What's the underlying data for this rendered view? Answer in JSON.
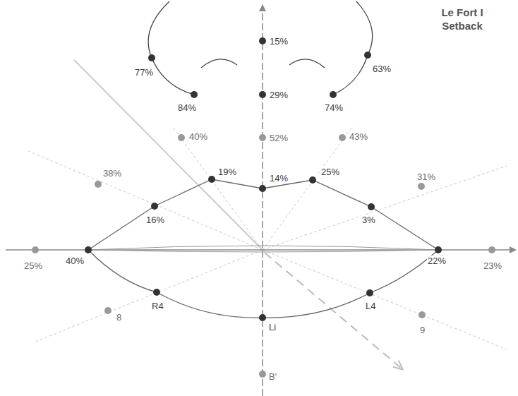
{
  "diagram": {
    "title": "Le Fort I Setback",
    "labels": [
      "15%",
      "29%",
      "52%",
      "14%",
      "77%",
      "84%",
      "74%",
      "63%",
      "40%",
      "43%",
      "38%",
      "19%",
      "25%",
      "31%",
      "16%",
      "3%",
      "40%",
      "25%",
      "22%",
      "23%",
      "R4",
      "8",
      "Li",
      "L4",
      "9",
      "B'"
    ]
  }
}
